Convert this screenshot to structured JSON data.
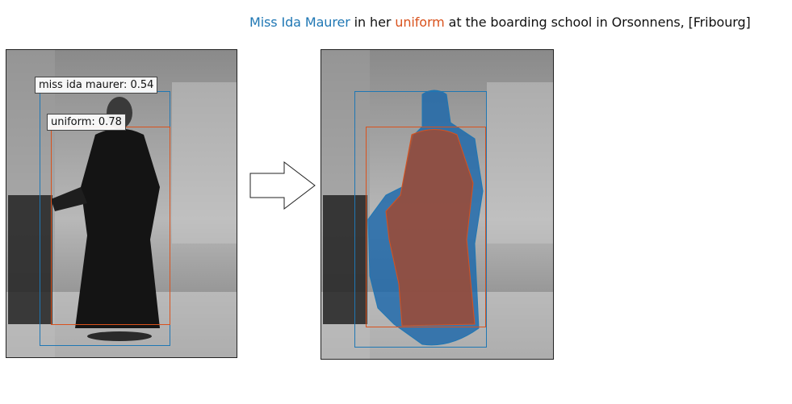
{
  "caption": {
    "entity1": "Miss Ida Maurer",
    "mid1": " in her ",
    "entity2": "uniform",
    "rest": " at the boarding school in Orsonnens, [Fribourg]"
  },
  "detections": [
    {
      "label": "miss ida maurer: 0.54",
      "color": "#1f77b4"
    },
    {
      "label": "uniform: 0.78",
      "color": "#d9521d"
    }
  ],
  "colors": {
    "entity1": "#1f77b4",
    "entity2": "#d9521d",
    "mask1": "rgba(20,100,170,0.75)",
    "mask2": "rgba(150,70,50,0.80)"
  }
}
